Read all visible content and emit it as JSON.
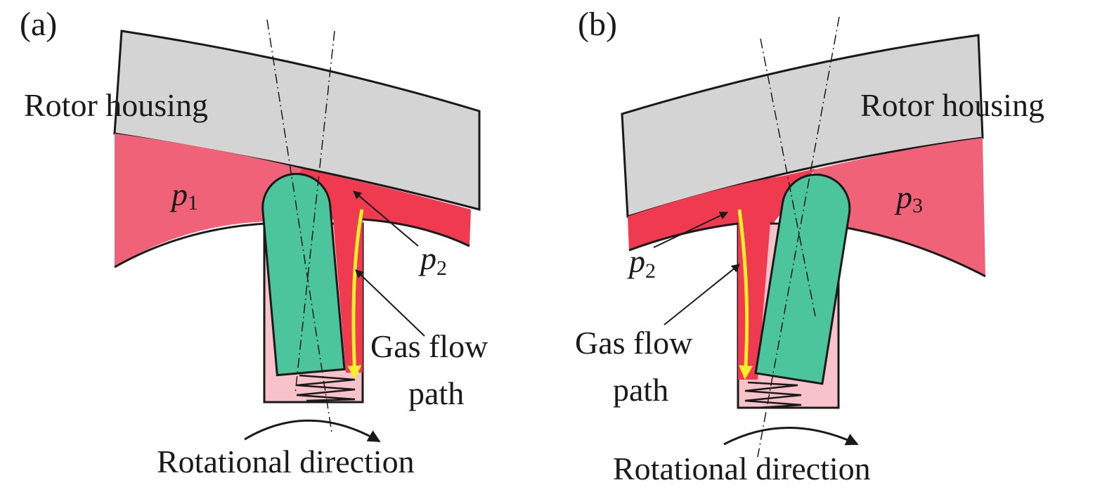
{
  "panels": [
    {
      "tag": "(a)",
      "housing_label": "Rotor housing",
      "chamber_label": "p",
      "chamber_sub": "1",
      "gap_label": "p",
      "gap_sub": "2",
      "flow_label_1": "Gas flow",
      "flow_label_2": "path",
      "rotation_label": "Rotational direction"
    },
    {
      "tag": "(b)",
      "housing_label": "Rotor housing",
      "chamber_label": "p",
      "chamber_sub": "3",
      "gap_label": "p",
      "gap_sub": "2",
      "flow_label_1": "Gas flow",
      "flow_label_2": "path",
      "rotation_label": "Rotational direction"
    }
  ],
  "colors": {
    "housing": "#d4d4d4",
    "chamber": "#f06277",
    "gap": "#ef3a50",
    "seal": "#4cc49c",
    "seal_side": "#a9e2cf",
    "slot": "#f8c2cb",
    "flow": "#f5f02a",
    "outline": "#1a1a1a"
  }
}
